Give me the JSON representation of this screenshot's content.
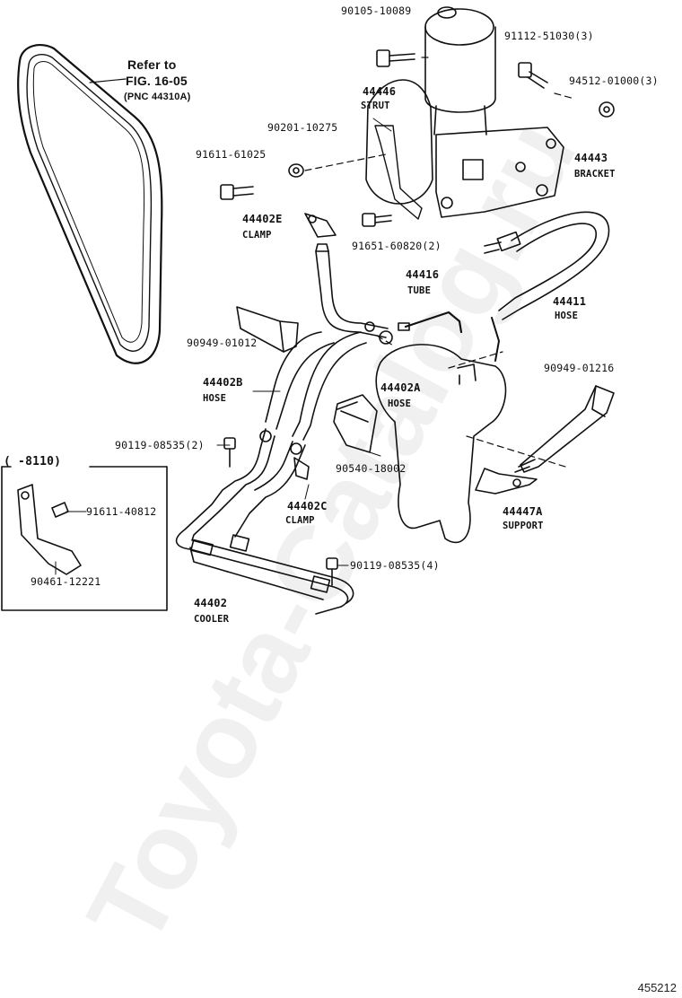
{
  "diagram": {
    "watermark": "Toyota-Catalog.ru",
    "figure_number": "455212",
    "reference": {
      "line1": "Refer to",
      "line2": "FIG. 16-05",
      "line3": "(PNC 44310A)"
    },
    "inset_heading": "(     -8110)",
    "parts": [
      {
        "id": "p_90105",
        "number": "90105-10089",
        "name": ""
      },
      {
        "id": "p_91112",
        "number": "91112-51030(3)",
        "name": ""
      },
      {
        "id": "p_94512",
        "number": "94512-01000(3)",
        "name": ""
      },
      {
        "id": "p_44446",
        "number": "44446",
        "name": "STRUT"
      },
      {
        "id": "p_90201",
        "number": "90201-10275",
        "name": ""
      },
      {
        "id": "p_44443",
        "number": "44443",
        "name": "BRACKET"
      },
      {
        "id": "p_91611_61025",
        "number": "91611-61025",
        "name": ""
      },
      {
        "id": "p_44402E",
        "number": "44402E",
        "name": "CLAMP"
      },
      {
        "id": "p_91651",
        "number": "91651-60820(2)",
        "name": ""
      },
      {
        "id": "p_44416",
        "number": "44416",
        "name": "TUBE"
      },
      {
        "id": "p_44411",
        "number": "44411",
        "name": "HOSE"
      },
      {
        "id": "p_90949_01012",
        "number": "90949-01012",
        "name": ""
      },
      {
        "id": "p_44402B",
        "number": "44402B",
        "name": "HOSE"
      },
      {
        "id": "p_44402A",
        "number": "44402A",
        "name": "HOSE"
      },
      {
        "id": "p_90949_01216",
        "number": "90949-01216",
        "name": ""
      },
      {
        "id": "p_90119_2",
        "number": "90119-08535(2)",
        "name": ""
      },
      {
        "id": "p_90540",
        "number": "90540-18002",
        "name": ""
      },
      {
        "id": "p_44402C",
        "number": "44402C",
        "name": "CLAMP"
      },
      {
        "id": "p_44447A",
        "number": "44447A",
        "name": "SUPPORT"
      },
      {
        "id": "p_91611_40812",
        "number": "91611-40812",
        "name": ""
      },
      {
        "id": "p_90461",
        "number": "90461-12221",
        "name": ""
      },
      {
        "id": "p_90119_4",
        "number": "90119-08535(4)",
        "name": ""
      },
      {
        "id": "p_44402",
        "number": "44402",
        "name": "COOLER"
      }
    ]
  }
}
